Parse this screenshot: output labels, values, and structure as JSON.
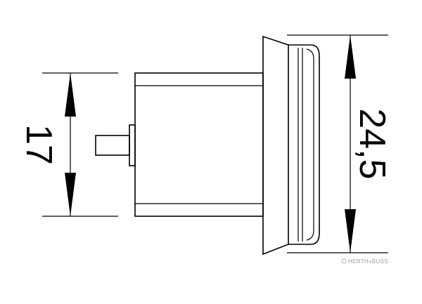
{
  "dimensions": {
    "left_value": "17",
    "right_value": "24,5"
  },
  "watermark": {
    "text": "HERTH+BUSS"
  }
}
